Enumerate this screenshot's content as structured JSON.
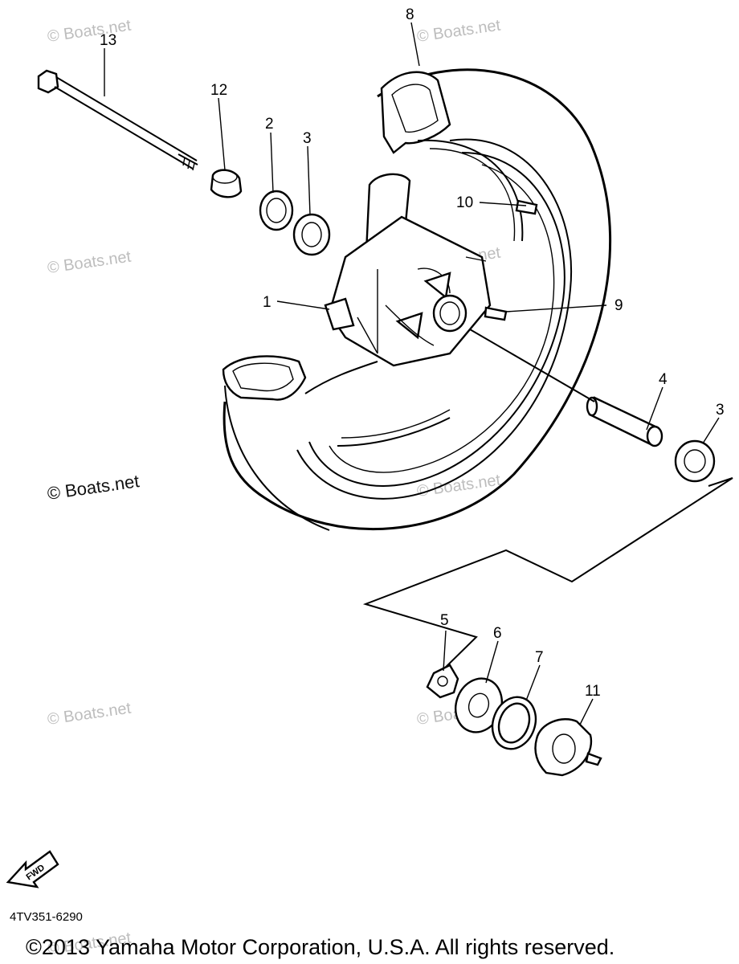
{
  "watermarks": [
    "© Boats.net",
    "© Boats.net",
    "© Boats.net",
    "© Boats.net",
    "© Boats.net",
    "© Boats.net",
    "© Boats.net",
    "© Boats.net",
    "© Boats.net"
  ],
  "callouts": {
    "c1": "1",
    "c2": "2",
    "c3a": "3",
    "c3b": "3",
    "c4": "4",
    "c5": "5",
    "c6": "6",
    "c7": "7",
    "c8": "8",
    "c9": "9",
    "c10": "10",
    "c11": "11",
    "c12": "12",
    "c13": "13"
  },
  "fwd_label": "FWD",
  "part_number": "4TV351-6290",
  "copyright": "©2013 Yamaha Motor Corporation, U.S.A. All rights reserved."
}
